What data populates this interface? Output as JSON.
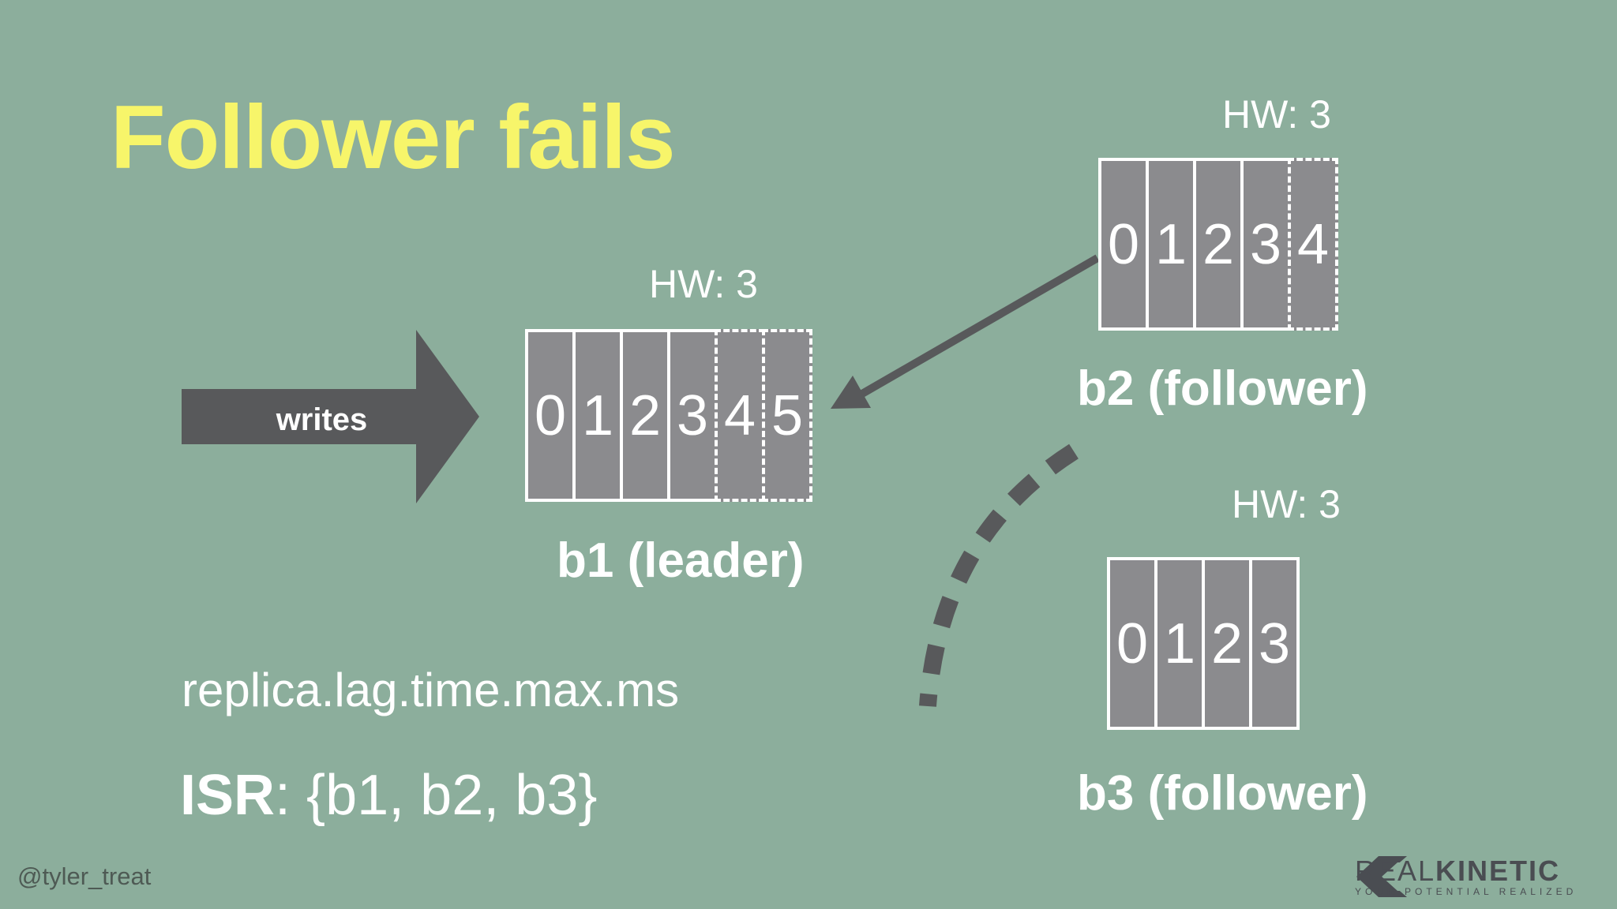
{
  "title": "Follower fails",
  "writes_label": "writes",
  "brokers": {
    "b1": {
      "hw": "HW: 3",
      "label": "b1 (leader)",
      "offsets": [
        "0",
        "1",
        "2",
        "3",
        "4",
        "5"
      ],
      "uncommitted_from": 4
    },
    "b2": {
      "hw": "HW: 3",
      "label": "b2 (follower)",
      "offsets": [
        "0",
        "1",
        "2",
        "3",
        "4"
      ],
      "uncommitted_from": 4
    },
    "b3": {
      "hw": "HW: 3",
      "label": "b3 (follower)",
      "offsets": [
        "0",
        "1",
        "2",
        "3"
      ],
      "uncommitted_from": 4
    }
  },
  "config_text": "replica.lag.time.max.ms",
  "isr": {
    "label": "ISR",
    "value": ": {b1, b2, b3}"
  },
  "footer": {
    "handle": "@tyler_treat",
    "brand_regular": "REAL",
    "brand_bold": "KINETIC",
    "brand_tagline": "YOUR POTENTIAL REALIZED"
  },
  "colors": {
    "background": "#8cae9c",
    "title": "#f7f56a",
    "cell": "#8b8b8e",
    "arrow": "#58595b"
  }
}
